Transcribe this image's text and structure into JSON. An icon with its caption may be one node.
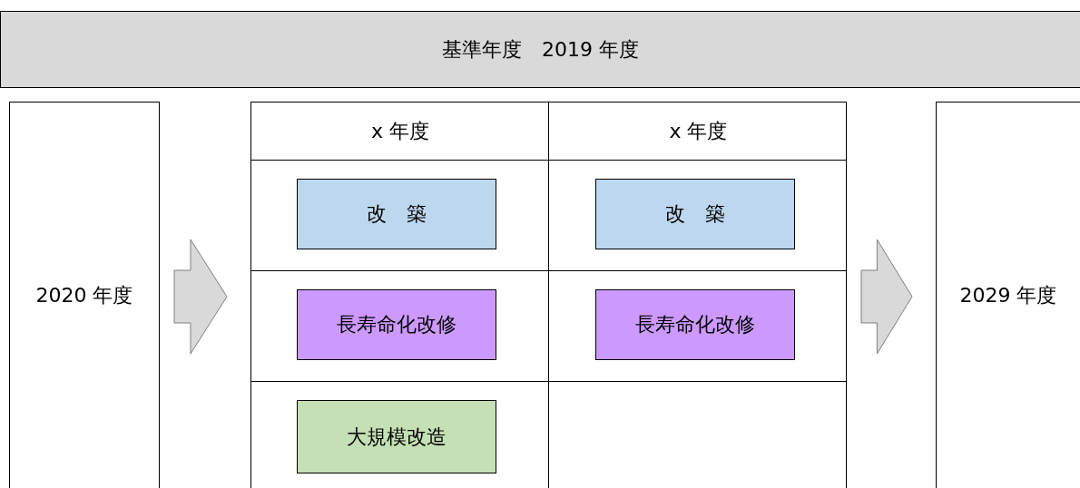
{
  "diagram": {
    "nodes": [
      {
        "text": [
          "基準年度　2019 年度"
        ]
      },
      {
        "text": [
          "2020 年度"
        ]
      },
      {
        "text": [],
        "shape": "box"
      },
      {
        "text": [
          "x 年度"
        ],
        "in": 2
      },
      {
        "text": [
          "x 年度"
        ],
        "in": 2
      },
      {
        "text": [
          "改　築"
        ],
        "in": 2
      },
      {
        "text": [
          "改　築"
        ],
        "in": 2
      },
      {
        "text": [
          "長寿命化改修"
        ],
        "in": 2
      },
      {
        "text": [
          "長寿命化改修"
        ],
        "in": 2
      },
      {
        "text": [
          "大規模改造"
        ],
        "in": 2
      },
      {
        "text": [
          "2029 年度"
        ]
      }
    ],
    "edges": [
      {
        "from": 1,
        "to": 2,
        "arrow": "to"
      },
      {
        "from": 2,
        "to": 10,
        "arrow": "to"
      }
    ]
  }
}
